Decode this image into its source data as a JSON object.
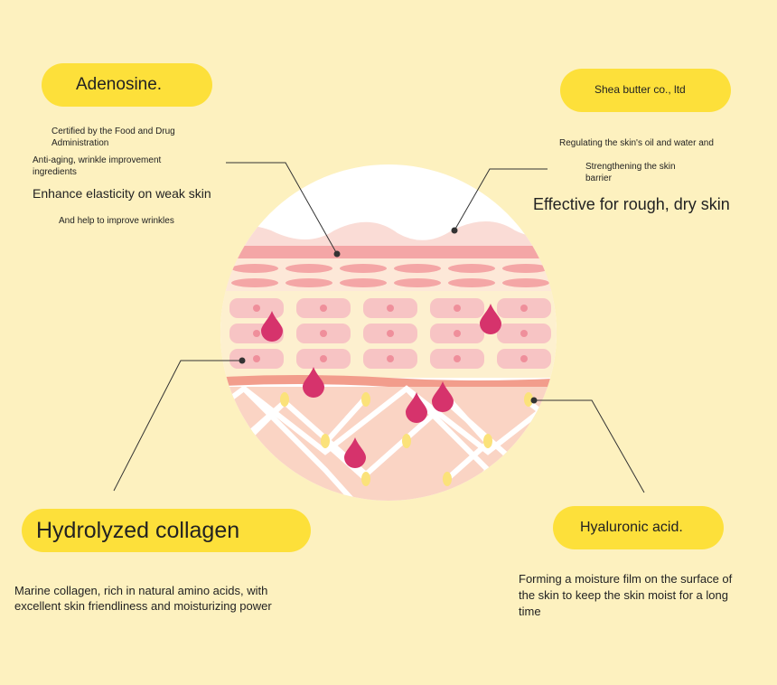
{
  "adenosine": {
    "title": "Adenosine.",
    "line1": "Certified by the Food and Drug Administration",
    "line2": "Anti-aging, wrinkle improvement ingredients",
    "line3": "Enhance elasticity on weak skin",
    "line4": "And help to improve wrinkles"
  },
  "shea": {
    "title": "Shea butter co., ltd",
    "line1": "Regulating the skin's oil and water and",
    "line2": "Strengthening the skin barrier",
    "line3": "Effective for rough, dry skin"
  },
  "collagen": {
    "title": "Hydrolyzed collagen",
    "desc": "Marine collagen, rich in natural amino acids, with excellent skin friendliness and moisturizing power"
  },
  "hyaluronic": {
    "title": "Hyaluronic acid.",
    "desc": "Forming a moisture film on the surface of the skin to keep the skin moist for a long time"
  },
  "colors": {
    "background": "#fdf1bf",
    "label_pill": "#fde03a",
    "droplet": "#d6336c",
    "skin_cell": "#f7c4c4",
    "elastin_node": "#fbe27a"
  }
}
